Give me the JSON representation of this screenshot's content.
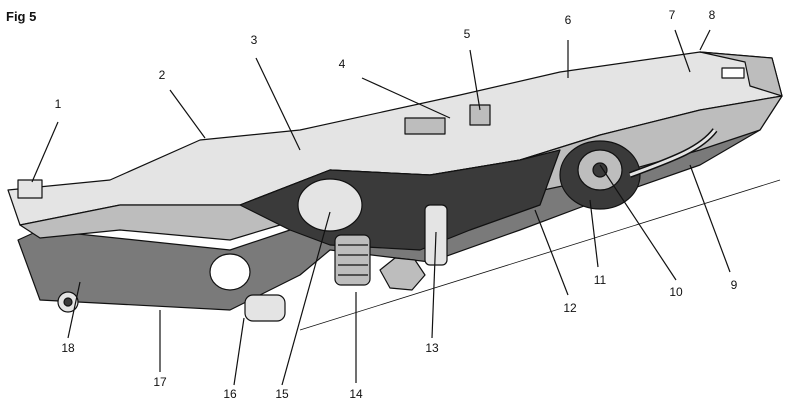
{
  "figure": {
    "title": "Fig 5"
  },
  "callouts": [
    {
      "n": "1"
    },
    {
      "n": "2"
    },
    {
      "n": "3"
    },
    {
      "n": "4"
    },
    {
      "n": "5"
    },
    {
      "n": "6"
    },
    {
      "n": "7"
    },
    {
      "n": "8"
    },
    {
      "n": "9"
    },
    {
      "n": "10"
    },
    {
      "n": "11"
    },
    {
      "n": "12"
    },
    {
      "n": "13"
    },
    {
      "n": "14"
    },
    {
      "n": "15"
    },
    {
      "n": "16"
    },
    {
      "n": "17"
    },
    {
      "n": "18"
    }
  ],
  "colors": {
    "ink": "#111111",
    "frame_light": "#e4e4e4",
    "frame_mid": "#bdbdbd",
    "frame_shade": "#7a7a7a",
    "frame_dark": "#3a3a3a",
    "paper": "#ffffff"
  }
}
